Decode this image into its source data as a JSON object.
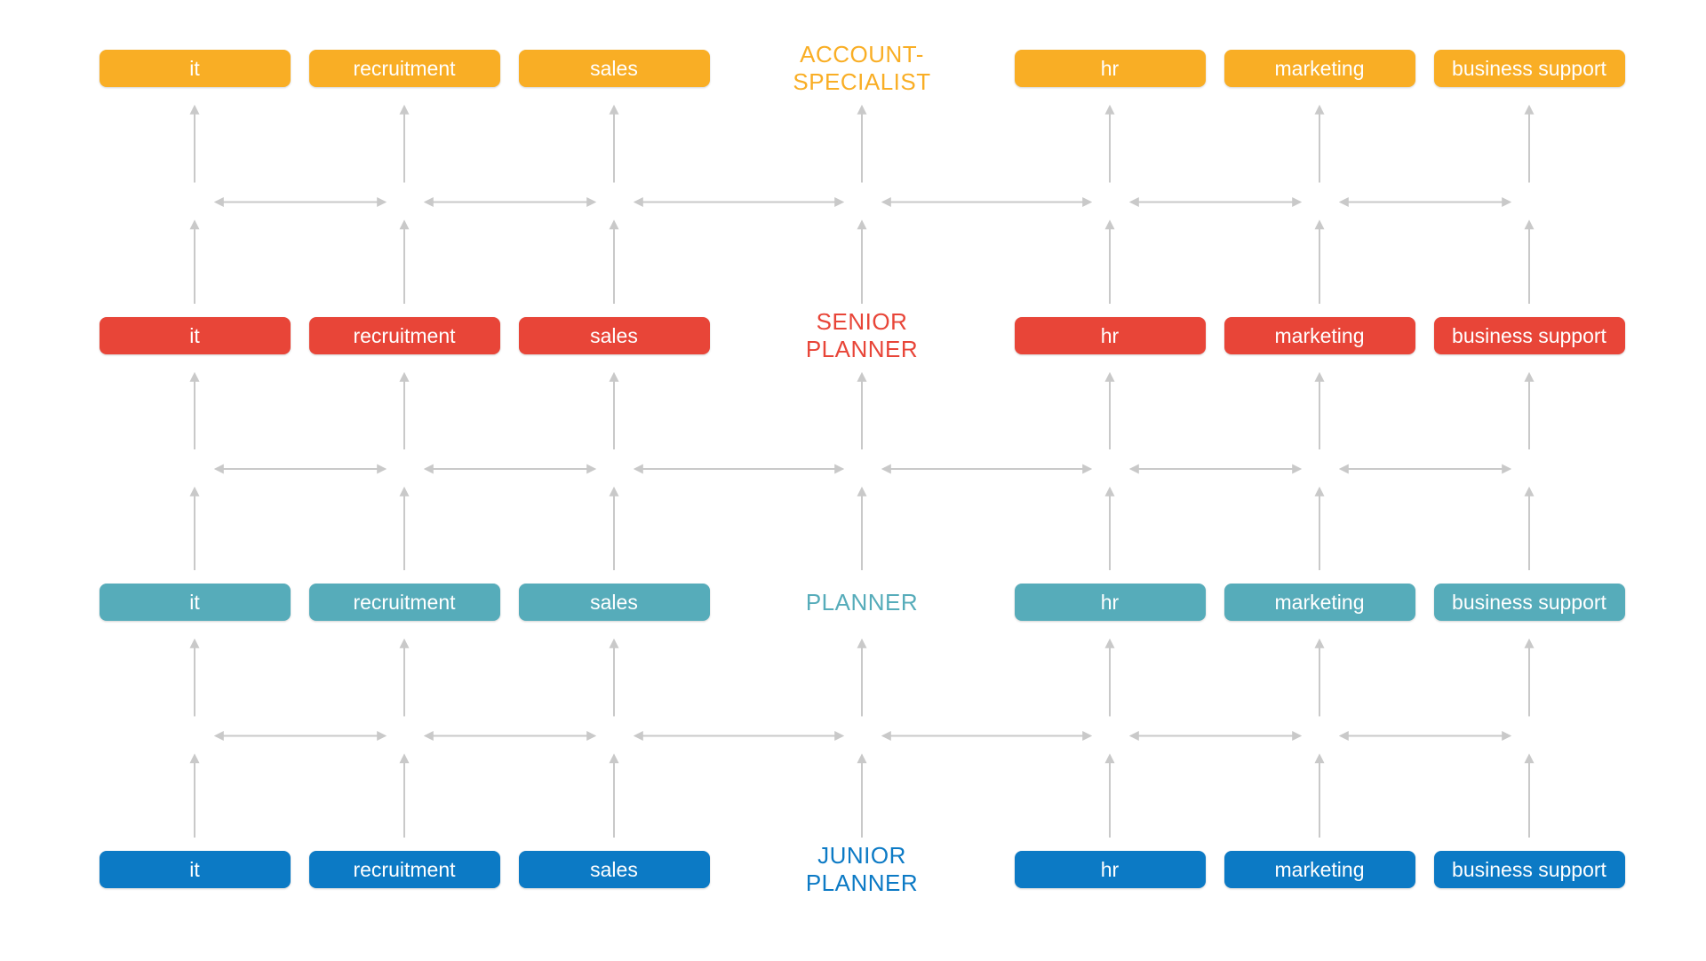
{
  "departments": [
    "it",
    "recruitment",
    "sales",
    "hr",
    "marketing",
    "business support"
  ],
  "levels": [
    {
      "id": "account-specialist",
      "label_lines": [
        "ACCOUNT-",
        "SPECIALIST"
      ],
      "color": "#F9AE25"
    },
    {
      "id": "senior-planner",
      "label_lines": [
        "SENIOR",
        "PLANNER"
      ],
      "color": "#E84538"
    },
    {
      "id": "planner",
      "label_lines": [
        "PLANNER"
      ],
      "color": "#56ACBA"
    },
    {
      "id": "junior-planner",
      "label_lines": [
        "JUNIOR",
        "PLANNER"
      ],
      "color": "#0C7AC5"
    }
  ],
  "connector_color": "#C9C9C9"
}
